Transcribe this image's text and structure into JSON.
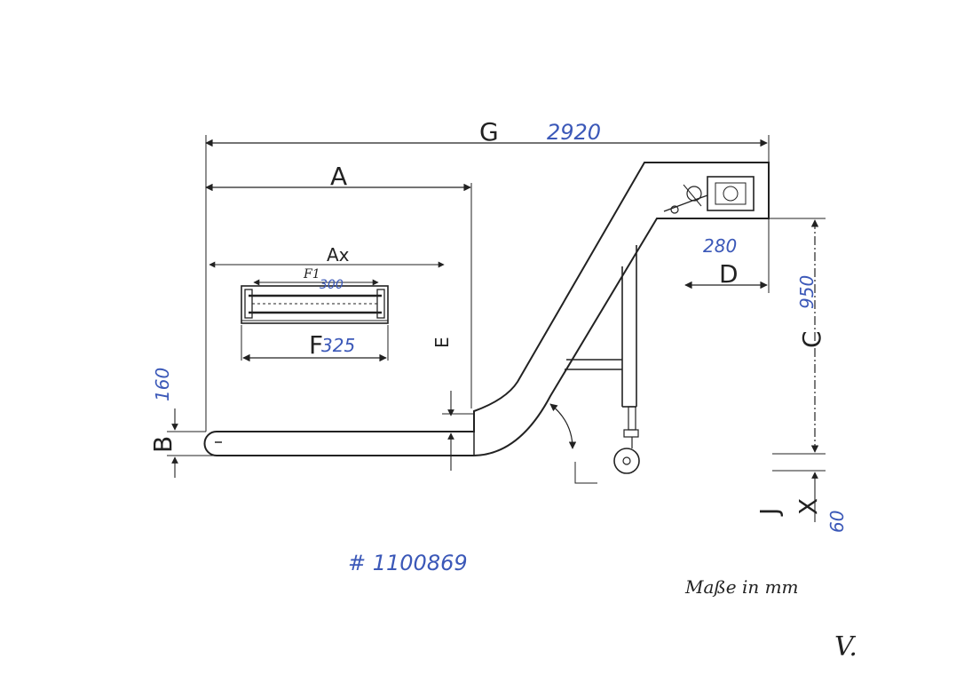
{
  "drawing": {
    "ink_color": "#222222",
    "annotation_color": "#3b58b8",
    "dimension_letters": {
      "G": "G",
      "A": "A",
      "Ax": "Ax",
      "F1": "F1",
      "F": "F",
      "E": "E",
      "B": "B",
      "C": "C",
      "D": "D",
      "J": "J",
      "X": "X"
    },
    "dimension_values": {
      "G": "2920",
      "F1": "300",
      "F": "325",
      "D": "280",
      "C": "950",
      "B": "160",
      "X": "60"
    },
    "reference_number": "# 1100869",
    "units_note": "Maße in mm",
    "signature": "V."
  }
}
